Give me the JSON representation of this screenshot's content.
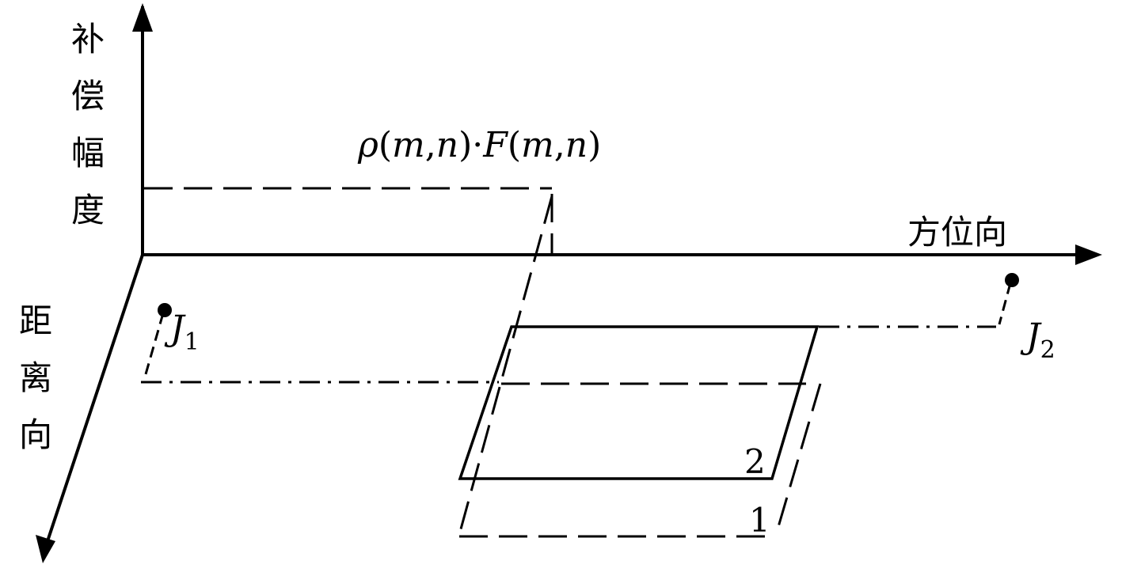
{
  "axes": {
    "vertical_label": [
      "补",
      "偿",
      "幅",
      "度"
    ],
    "horizontal_label": "方位向",
    "depth_label": [
      "距",
      "离",
      "向"
    ]
  },
  "formula": {
    "rho": "ρ",
    "open1": "(",
    "m1": "m",
    "comma1": ",",
    "n1": "n",
    "close1": ")",
    "dot": "·",
    "F": "F",
    "open2": "(",
    "m2": "m",
    "comma2": ",",
    "n2": "n",
    "close2": ")"
  },
  "points": {
    "j1": {
      "letter": "J",
      "sub": "1"
    },
    "j2": {
      "letter": "J",
      "sub": "2"
    }
  },
  "planes": {
    "solid_label": "2",
    "dashed_label": "1"
  },
  "colors": {
    "stroke": "#000000",
    "background": "#ffffff"
  }
}
